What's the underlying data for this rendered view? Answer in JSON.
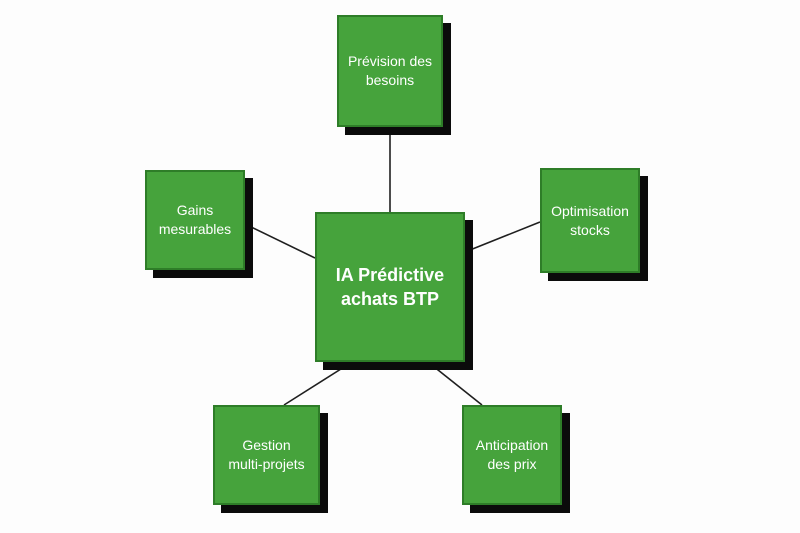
{
  "diagram": {
    "title": "IA Prédictive achats BTP mind map",
    "center": {
      "label": "IA Prédictive\nachats BTP"
    },
    "nodes": [
      {
        "id": "prevision-besoins",
        "label": "Prévision des\nbesoins"
      },
      {
        "id": "optimisation-stocks",
        "label": "Optimisation\nstocks"
      },
      {
        "id": "anticipation-prix",
        "label": "Anticipation\ndes prix"
      },
      {
        "id": "gestion-multi-projets",
        "label": "Gestion\nmulti-projets"
      },
      {
        "id": "gains-mesurables",
        "label": "Gains\nmesurables"
      }
    ],
    "colors": {
      "node_fill": "#46a33c",
      "node_border": "#2e7d28",
      "shadow": "#0b0b0b",
      "line": "#1f1f1f",
      "text": "#ffffff",
      "background": "#fdfdfd"
    }
  }
}
